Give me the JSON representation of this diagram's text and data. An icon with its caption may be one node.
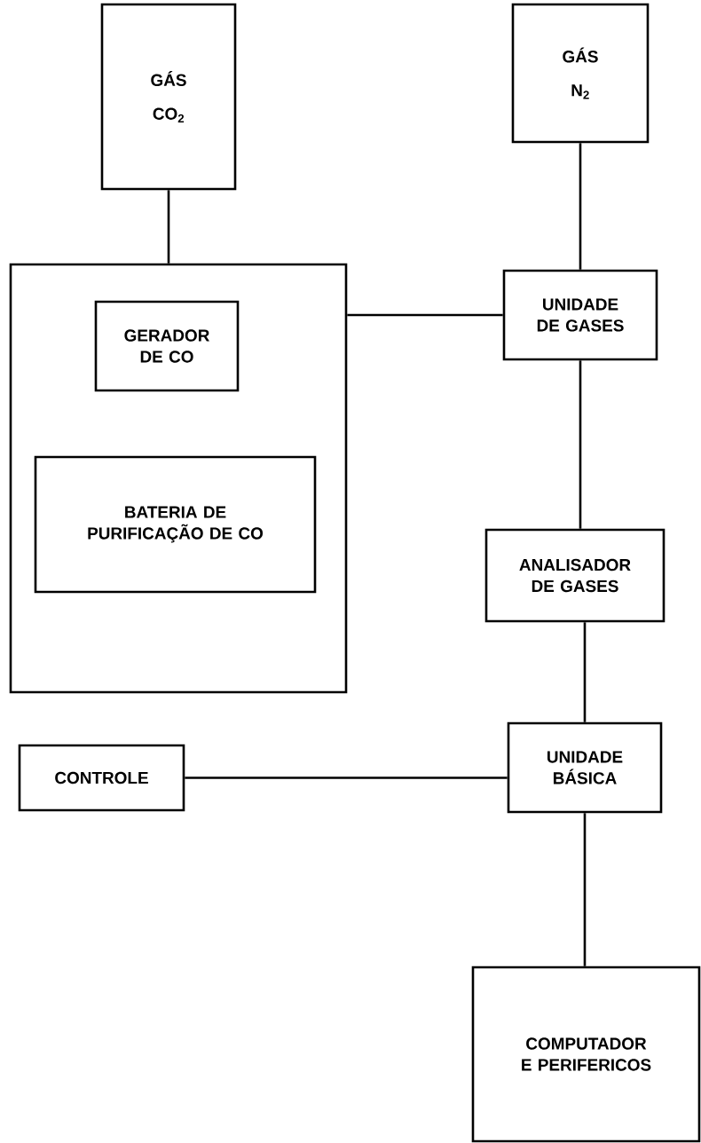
{
  "diagram": {
    "nodes": [
      {
        "text": [
          "GÁS",
          "CO$_{2}$"
        ]
      },
      {
        "text": [
          "GÁS",
          "N$_{2}$"
        ]
      },
      {
        "text": [],
        "shape": "box"
      },
      {
        "text": [
          "GERADOR DE CO"
        ],
        "in": 2
      },
      {
        "text": [
          "BATERIA DE PURIFICAÇÃO DE CO"
        ],
        "in": 2
      },
      {
        "text": [
          "UNIDADE DE GASES"
        ]
      },
      {
        "text": [
          "ANALISADOR DE GASES"
        ]
      },
      {
        "text": [
          "CONTROLE"
        ]
      },
      {
        "text": [
          "UNIDADE BÁSICA"
        ]
      },
      {
        "text": [
          "COMPUTADOR E PERIFERICOS"
        ]
      }
    ],
    "edges": [
      {
        "from": 0,
        "to": 2,
        "arrow": "none"
      },
      {
        "from": 1,
        "to": 5,
        "arrow": "none"
      },
      {
        "from": 2,
        "to": 5,
        "arrow": "none"
      },
      {
        "from": 5,
        "to": 6,
        "arrow": "none"
      },
      {
        "from": 6,
        "to": 8,
        "arrow": "none"
      },
      {
        "from": 7,
        "to": 8,
        "arrow": "none"
      },
      {
        "from": 8,
        "to": 9,
        "arrow": "none"
      }
    ]
  }
}
